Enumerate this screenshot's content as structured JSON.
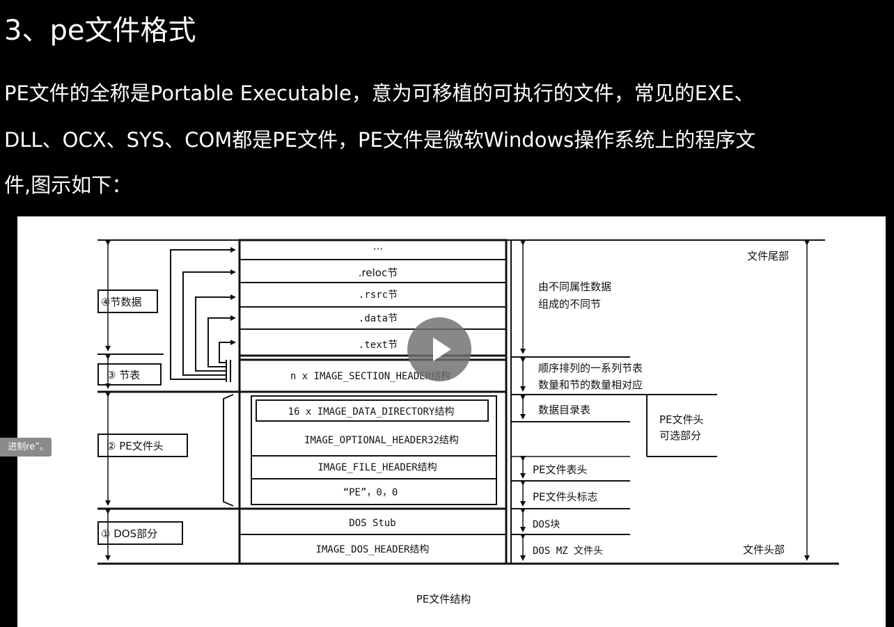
{
  "heading": "3、pe文件格式",
  "intro": {
    "line1": "PE文件的全称是Portable Executable，意为可移植的可执行的文件，常见的EXE、",
    "line2": "DLL、OCX、SYS、COM都是PE文件，PE文件是微软Windows操作系统上的程序文",
    "line3": "件,图示如下："
  },
  "tooltip": "进制re”。",
  "diagram": {
    "caption": "PE文件结构",
    "left_labels": {
      "section_data": "④节数据",
      "section_table": "③ 节表",
      "pe_header": "② PE文件头",
      "dos_part": "① DOS部分"
    },
    "blocks": {
      "ellipsis": "···",
      "reloc": ".reloc节",
      "rsrc": ".rsrc节",
      "data": ".data节",
      "text": ".text节",
      "section_header": "n x IMAGE_SECTION_HEADER结构",
      "data_directory": "16 x IMAGE_DATA_DIRECTORY结构",
      "optional_header": "IMAGE_OPTIONAL_HEADER32结构",
      "file_header": "IMAGE_FILE_HEADER结构",
      "pe_signature": "“PE”，0，0",
      "dos_stub": "DOS Stub",
      "dos_header": "IMAGE_DOS_HEADER结构"
    },
    "right_labels": {
      "file_tail": "文件尾部",
      "sections_desc_1": "由不同属性数据",
      "sections_desc_2": "组成的不同节",
      "section_table_desc_1": "顺序排列的一系列节表",
      "section_table_desc_2": "数量和节的数量相对应",
      "data_directory_table": "数据目录表",
      "optional_part_1": "PE文件头",
      "optional_part_2": "可选部分",
      "pe_file_table_header": "PE文件表头",
      "pe_header_signature": "PE文件头标志",
      "dos_block": "DOS块",
      "dos_mz_header": "DOS MZ 文件头",
      "file_head": "文件头部"
    }
  }
}
